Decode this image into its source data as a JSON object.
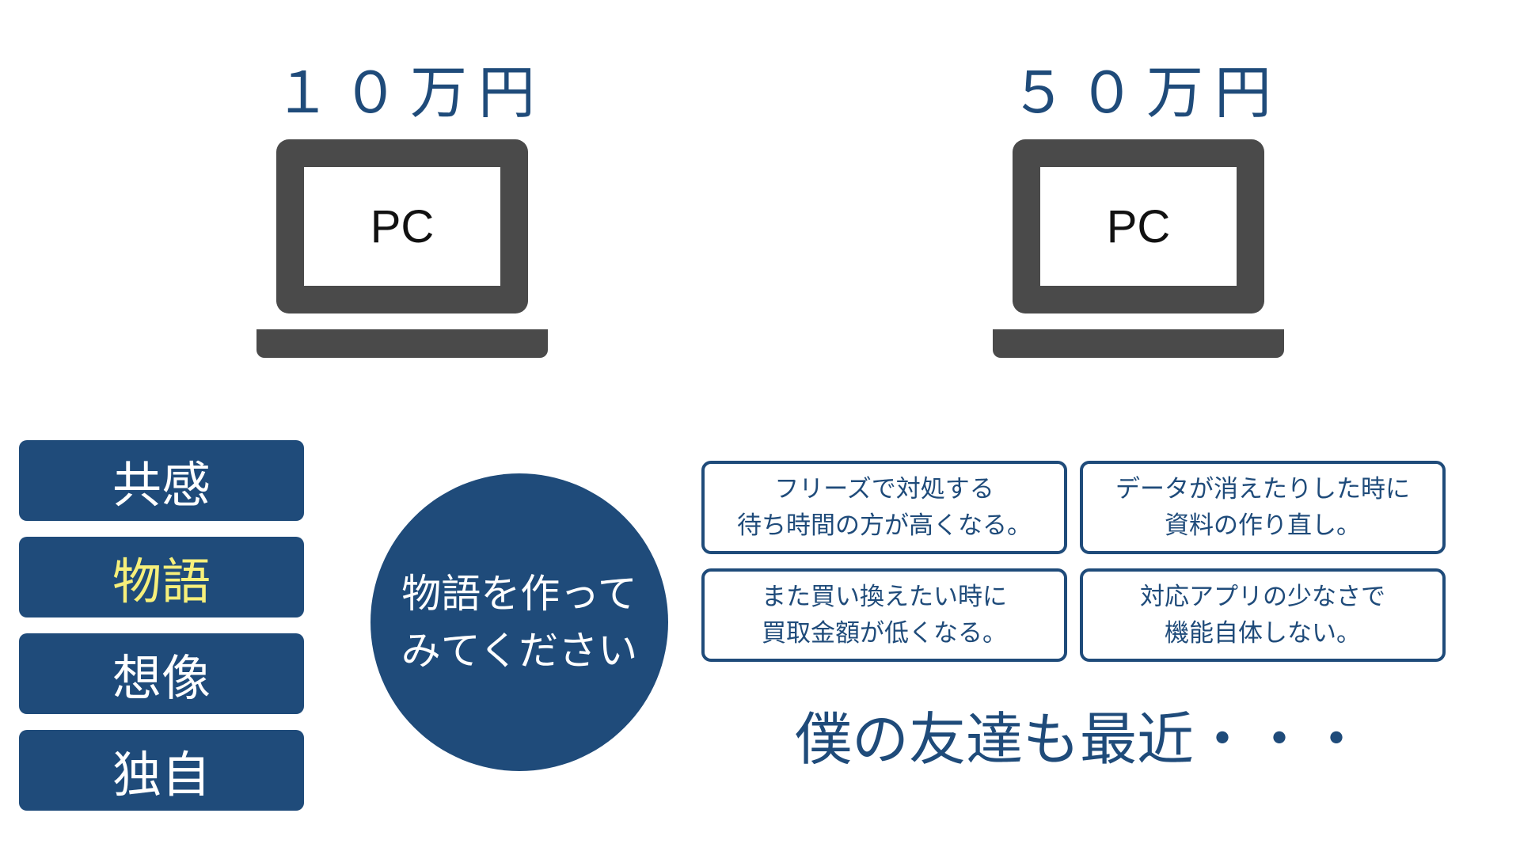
{
  "left_option": {
    "price": "１０万円",
    "device_label": "PC"
  },
  "right_option": {
    "price": "５０万円",
    "device_label": "PC"
  },
  "keywords": [
    {
      "label": "共感",
      "color": "#ffffff"
    },
    {
      "label": "物語",
      "color": "#f6ef7a"
    },
    {
      "label": "想像",
      "color": "#ffffff"
    },
    {
      "label": "独自",
      "color": "#ffffff"
    }
  ],
  "circle": {
    "line1": "物語を作って",
    "line2": "みてください"
  },
  "stories": [
    {
      "line1": "フリーズで対処する",
      "line2": "待ち時間の方が高くなる。"
    },
    {
      "line1": "データが消えたりした時に",
      "line2": "資料の作り直し。"
    },
    {
      "line1": "また買い換えたい時に",
      "line2": "買取金額が低くなる。"
    },
    {
      "line1": "対応アプリの少なさで",
      "line2": "機能自体しない。"
    }
  ],
  "bottom_text": "僕の友達も最近・・・",
  "colors": {
    "accent": "#1f4b7a",
    "highlight": "#f6ef7a",
    "device": "#4a4a4a"
  }
}
